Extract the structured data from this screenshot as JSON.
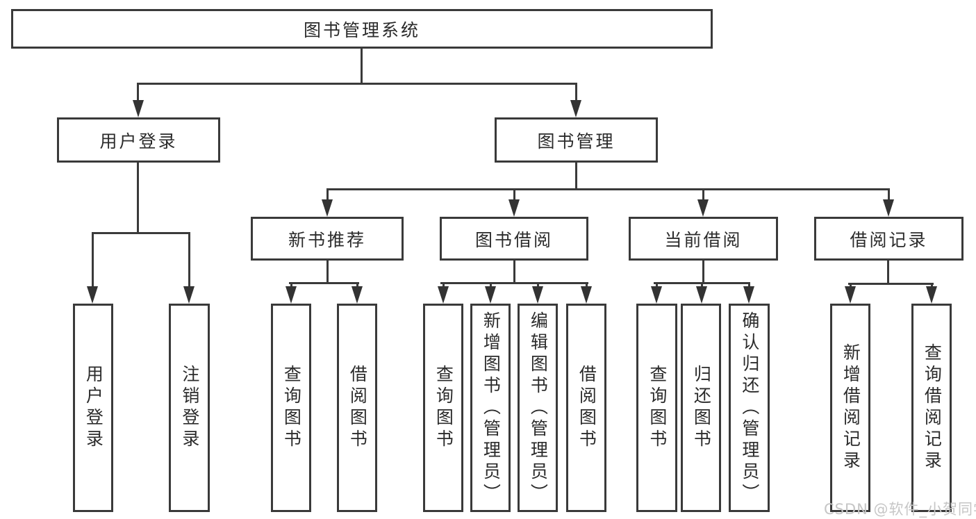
{
  "title": "图书管理系统",
  "nodes": {
    "root": "图书管理系统",
    "user_login": "用户登录",
    "book_mgmt": "图书管理",
    "new_book_rec": "新书推荐",
    "book_borrow": "图书借阅",
    "current_borrow": "当前借阅",
    "borrow_record": "借阅记录",
    "user_login_children": [
      "用户登录",
      "注销登录"
    ],
    "new_book_rec_children": [
      "查询图书",
      "借阅图书"
    ],
    "book_borrow_children": [
      "查询图书",
      "新增图书（管理员）",
      "编辑图书（管理员）",
      "借阅图书"
    ],
    "current_borrow_children": [
      "查询图书",
      "归还图书",
      "确认归还（管理员）"
    ],
    "borrow_record_children": [
      "新增借阅记录",
      "查询借阅记录"
    ]
  },
  "watermark": "CSDN @软件_小贺同学",
  "colors": {
    "stroke": "#3a3a3a",
    "text": "#2b2b2b",
    "watermark": "#c6c6c6",
    "background": "#ffffff"
  }
}
